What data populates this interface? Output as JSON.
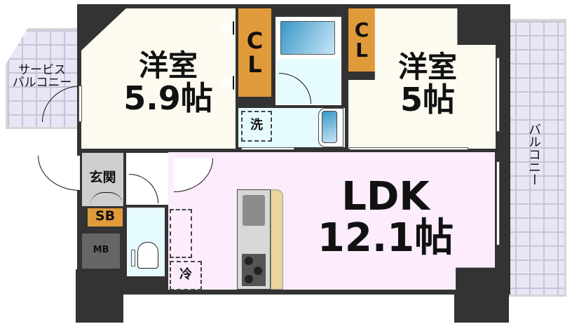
{
  "floorplan": {
    "rooms": {
      "western_room_1": {
        "name": "洋室",
        "size": "5.9帖"
      },
      "western_room_2": {
        "name": "洋室",
        "size": "5帖"
      },
      "ldk": {
        "name": "LDK",
        "size": "12.1帖"
      },
      "entrance": {
        "name": "玄関"
      }
    },
    "closets": {
      "closet_1": {
        "line1": "C",
        "line2": "L"
      },
      "closet_2": {
        "line1": "C",
        "line2": "L"
      },
      "shoe_box": "SB",
      "meter_box": "MB"
    },
    "fixtures": {
      "washer_space": "洗",
      "fridge_space": "冷"
    },
    "balconies": {
      "service_balcony": {
        "line1": "サービス",
        "line2": "バルコニー"
      },
      "main_balcony": "バルコニー"
    },
    "colors": {
      "wall": "#333333",
      "western_room_floor": "#fdfaf0",
      "ldk_floor": "#fcecfc",
      "wet_area_floor": "#e6fbfd",
      "closet": "#e09a3a",
      "balcony": "#e6e6f6",
      "entrance_floor": "#cfcfcf",
      "meter_box": "#666666"
    }
  }
}
